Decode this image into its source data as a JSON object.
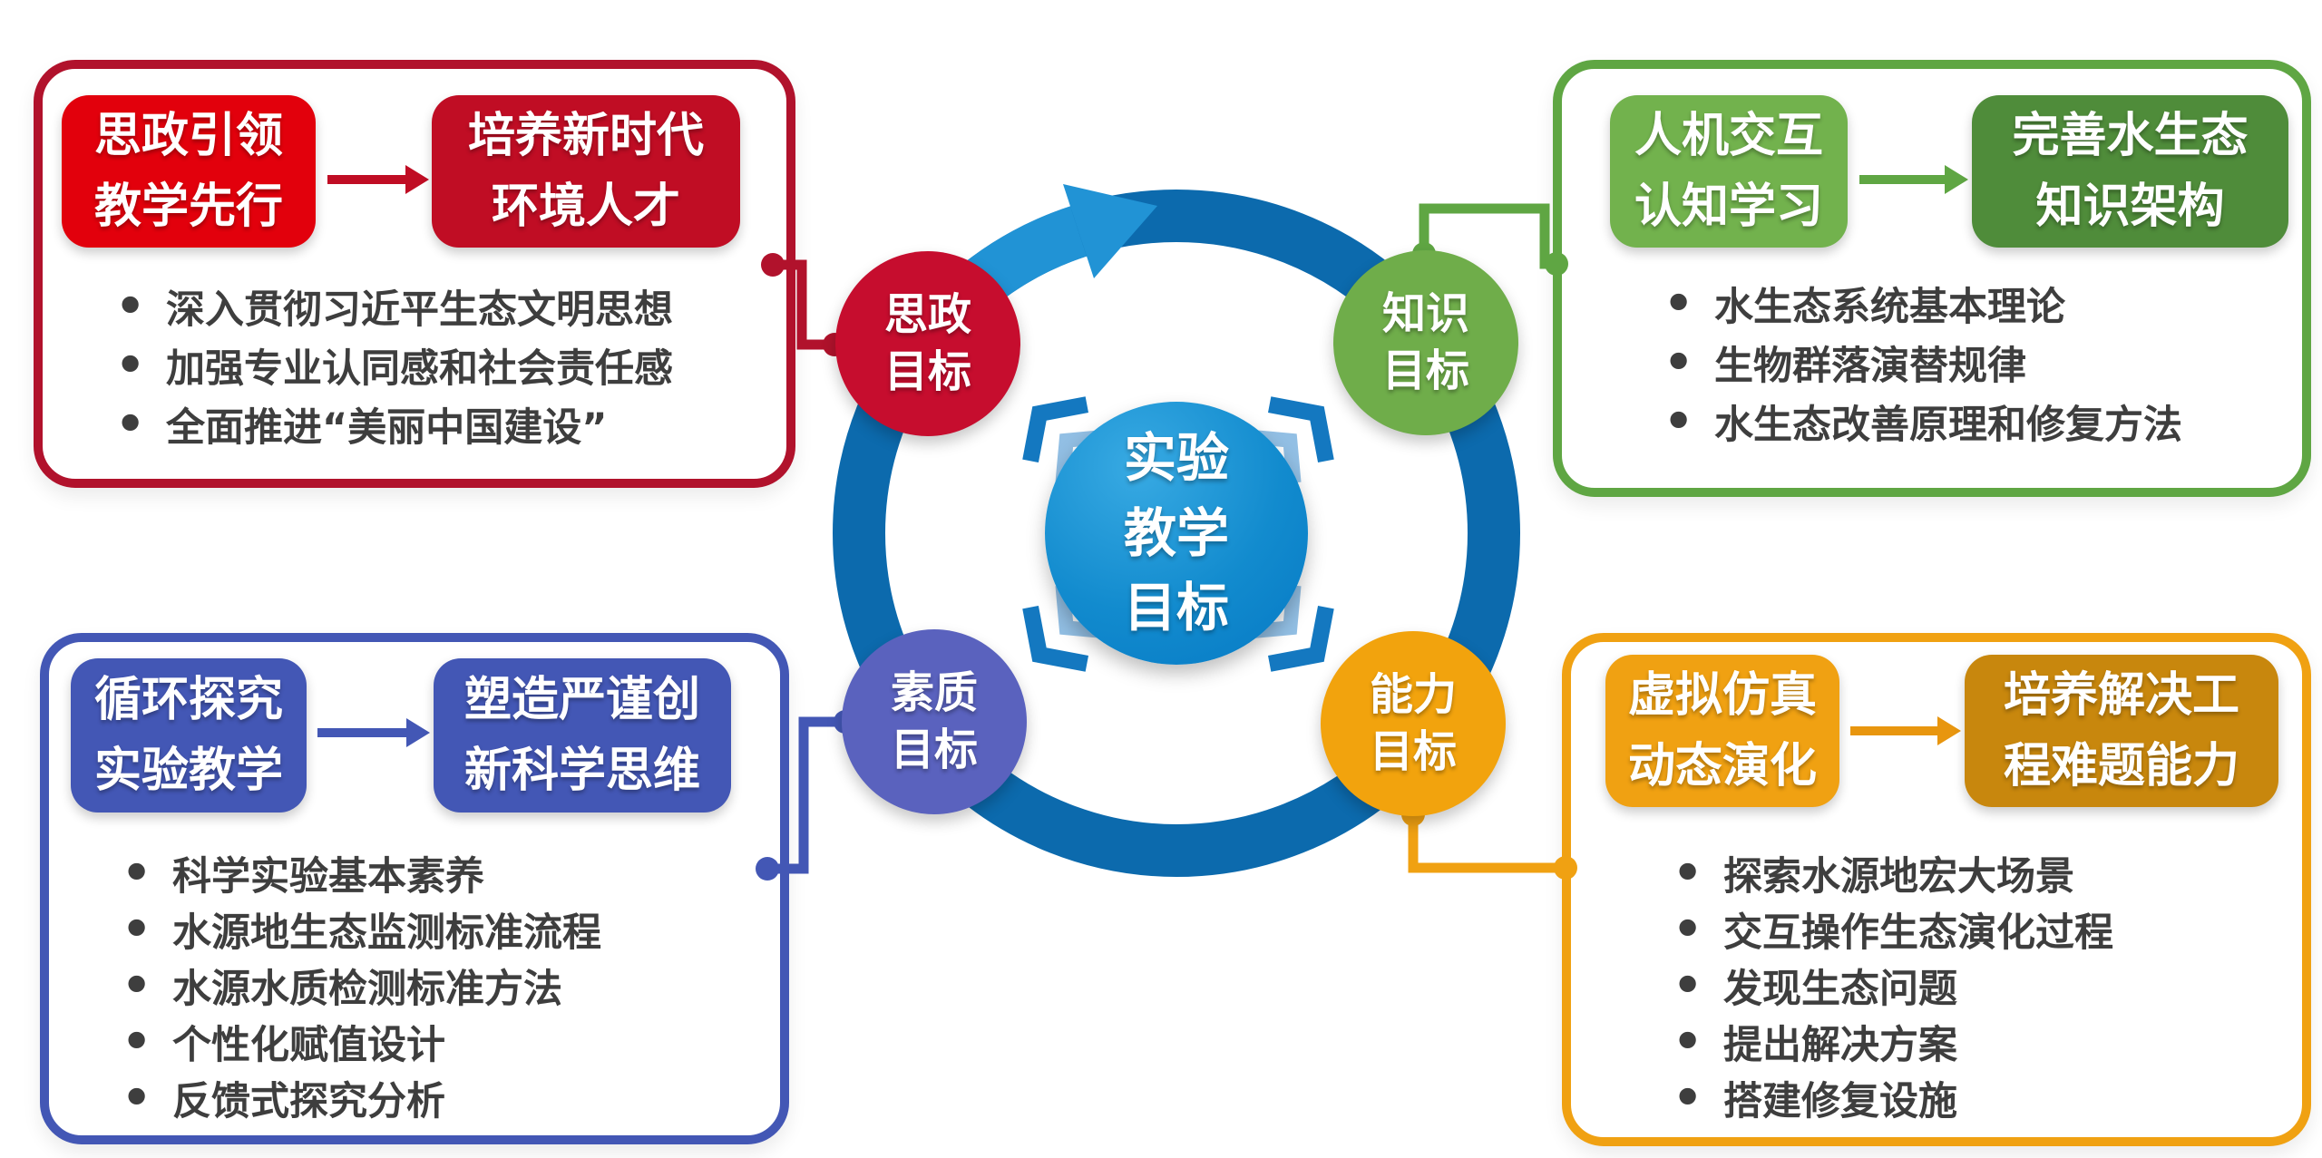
{
  "ui": {
    "bullet_glyph": "•"
  },
  "center": {
    "lines": [
      "实验",
      "教学",
      "目标"
    ]
  },
  "palette": {
    "ideology": {
      "bright": "#E2000C",
      "deep": "#C00D24",
      "border": "#B1122C",
      "circle": "#C60D2E"
    },
    "knowledge": {
      "bright": "#72B24D",
      "deep": "#4F8C3A",
      "border": "#5FA643",
      "circle": "#6FAD4A"
    },
    "quality": {
      "bright": "#4357B5",
      "deep": "#4357B5",
      "border": "#4357B5",
      "circle": "#5A62BE"
    },
    "ability": {
      "bright": "#F0A112",
      "deep": "#C8870D",
      "border": "#F0A112",
      "circle": "#F2A30D"
    },
    "ring": "#0C6AAD",
    "ring_arrow": "#2193D5",
    "chevron_dark": "#1478C0",
    "chevron_light": "#92BFE4",
    "center_gradient_top": "#38AAE3",
    "center_gradient_bottom": "#0679C4",
    "bullet_text": "#3E3E3E"
  },
  "quadrants": {
    "ideology": {
      "circle": [
        "思政",
        "目标"
      ],
      "header1": [
        "思政引领",
        "教学先行"
      ],
      "header2": [
        "培养新时代",
        "环境人才"
      ],
      "bullets": [
        "深入贯彻习近平生态文明思想",
        "加强专业认同感和社会责任感",
        "全面推进“美丽中国建设”"
      ]
    },
    "knowledge": {
      "circle": [
        "知识",
        "目标"
      ],
      "header1": [
        "人机交互",
        "认知学习"
      ],
      "header2": [
        "完善水生态",
        "知识架构"
      ],
      "bullets": [
        "水生态系统基本理论",
        "生物群落演替规律",
        "水生态改善原理和修复方法"
      ]
    },
    "quality": {
      "circle": [
        "素质",
        "目标"
      ],
      "header1": [
        "循环探究",
        "实验教学"
      ],
      "header2": [
        "塑造严谨创",
        "新科学思维"
      ],
      "bullets": [
        "科学实验基本素养",
        "水源地生态监测标准流程",
        "水源水质检测标准方法",
        "个性化赋值设计",
        "反馈式探究分析"
      ]
    },
    "ability": {
      "circle": [
        "能力",
        "目标"
      ],
      "header1": [
        "虚拟仿真",
        "动态演化"
      ],
      "header2": [
        "培养解决工",
        "程难题能力"
      ],
      "bullets": [
        "探索水源地宏大场景",
        "交互操作生态演化过程",
        "发现生态问题",
        "提出解决方案",
        "搭建修复设施"
      ]
    }
  }
}
